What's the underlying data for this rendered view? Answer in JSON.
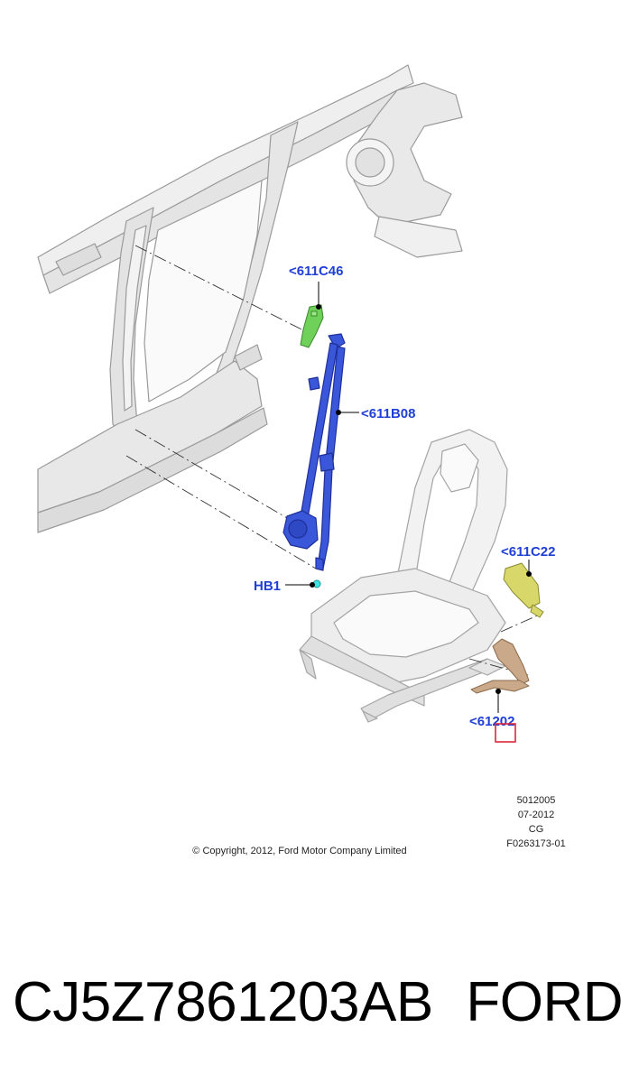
{
  "callouts": {
    "c611C46": "<611C46",
    "c611B08": "<611B08",
    "c611C22": "<611C22",
    "hb1": "HB1",
    "c61202": "<61202"
  },
  "meta": {
    "code": "5012005",
    "date": "07-2012",
    "initials": "CG",
    "figure": "F0263173-01"
  },
  "copyright": "© Copyright, 2012, Ford Motor Company Limited",
  "caption": {
    "part_number": "CJ5Z7861203AB",
    "brand": "FORD"
  },
  "colors": {
    "callout_blue": "#1f3fd6",
    "belt_blue": "#3a57d9",
    "anchor_green": "#6fd05a",
    "buckle_yellow": "#d8d86a",
    "buckle_tan": "#c9a98a",
    "highlight_red": "#e0263a",
    "body_gray": "#e6e6e6",
    "outline_gray": "#9a9a9a"
  }
}
